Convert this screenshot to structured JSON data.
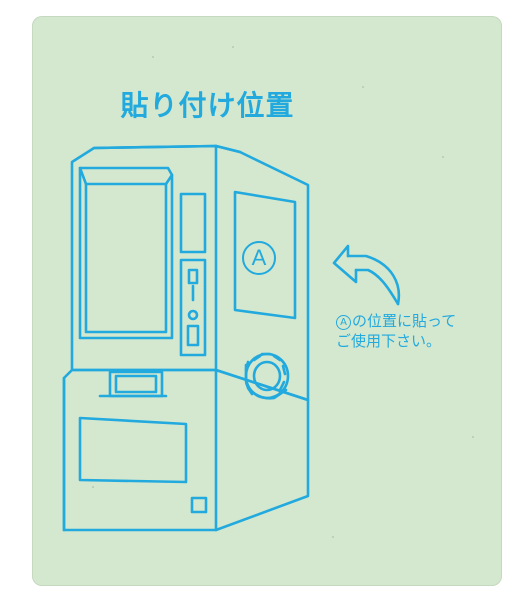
{
  "title": "貼り付け位置",
  "marker_label": "A",
  "note": {
    "marker": "A",
    "line1_rest": "の位置に貼って",
    "line2": "ご使用下さい。"
  },
  "colors": {
    "ink": "#22a9de",
    "card": "#d4e8cf",
    "background": "#ffffff"
  },
  "icons": [
    "vending-machine-illustration",
    "curved-arrow-icon",
    "circled-a-marker"
  ]
}
